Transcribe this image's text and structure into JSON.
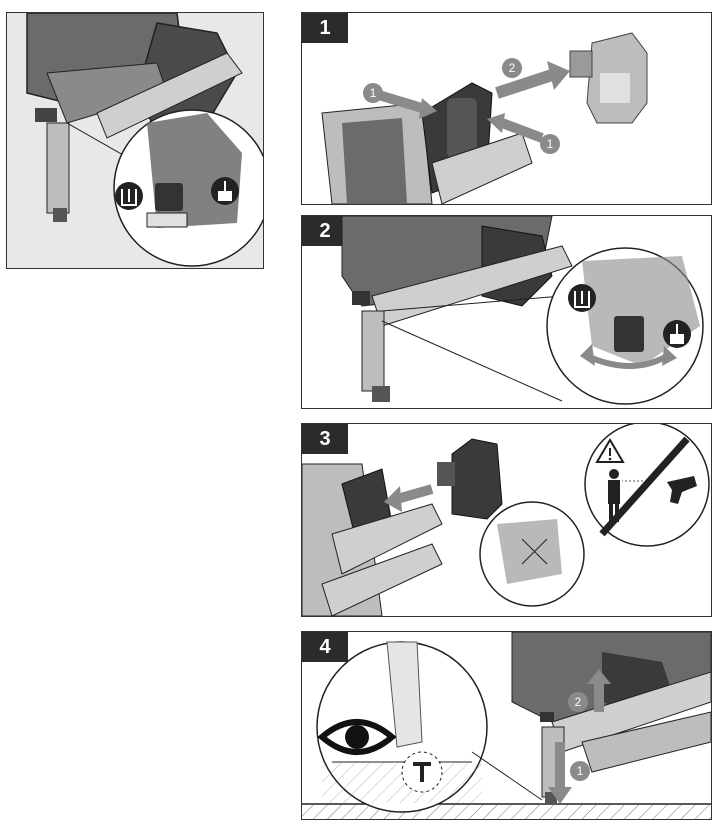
{
  "steps": [
    {
      "number": "1",
      "callouts": [
        "1",
        "2",
        "1"
      ]
    },
    {
      "number": "2"
    },
    {
      "number": "3"
    },
    {
      "number": "4",
      "callouts": [
        "2",
        "1"
      ]
    }
  ],
  "colors": {
    "panel_border": "#333333",
    "badge_bg": "#2b2b2b",
    "tool_dark": "#3a3a3a",
    "tool_mid": "#6b6b6b",
    "arrow_gray": "#8a8a8a",
    "overview_bg": "#e8e8e8"
  },
  "icons": {
    "depth_shallow": "depth-shallow-icon",
    "depth_deep": "depth-deep-icon",
    "warning": "warning-triangle-icon",
    "eye": "eye-icon",
    "nail": "nail-head-icon"
  }
}
